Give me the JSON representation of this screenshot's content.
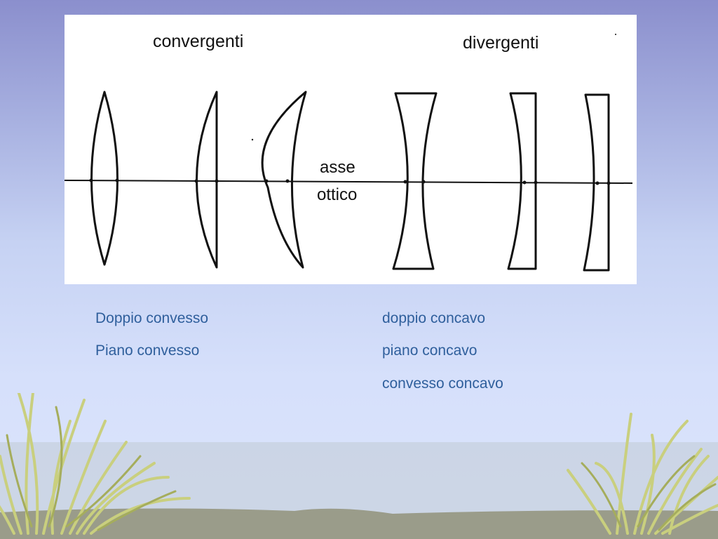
{
  "diagram": {
    "heading_left": "convergenti",
    "heading_right": "divergenti",
    "axis_label_line1": "asse",
    "axis_label_line2": "ottico"
  },
  "captions": {
    "left": [
      "Doppio convesso",
      "Piano convesso"
    ],
    "right": [
      "doppio concavo",
      "piano concavo",
      "convesso concavo"
    ]
  },
  "colors": {
    "caption_text": "#2f5f9c",
    "grass": "#c9cf7e",
    "ground": "#9a9c8a"
  }
}
